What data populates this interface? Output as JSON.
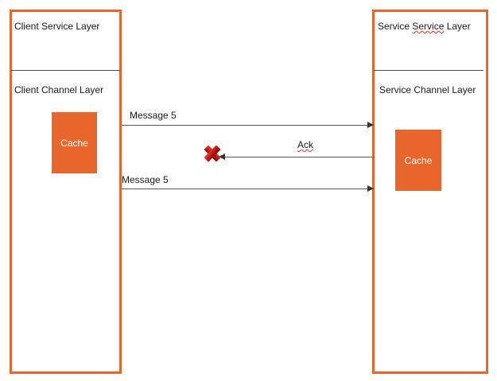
{
  "diagram": {
    "type": "sequence-diagram",
    "accent_color": "#E8662C",
    "line_color": "#595959",
    "error_color": "#CC0000",
    "spellcheck_color": "#E8302A",
    "background": "#FFFFFF"
  },
  "actors": [
    {
      "id": "client",
      "service_layer_label": "Client Service Layer",
      "channel_layer_label": "Client Channel Layer",
      "cache_label": "Cache",
      "spellcheck_word": ""
    },
    {
      "id": "service",
      "service_layer_label_part1": "Service ",
      "service_layer_label_misspelled": "Service",
      "service_layer_label_part2": " Layer",
      "service_layer_label": "Service Service Layer",
      "channel_layer_label": "Service Channel Layer",
      "cache_label": "Cache"
    }
  ],
  "messages": [
    {
      "id": "message-1",
      "label": "Message 5",
      "direction": "right",
      "from": "client",
      "to": "service",
      "delivered": true
    },
    {
      "id": "ack",
      "label": "Ack",
      "direction": "left",
      "from": "service",
      "to": "client",
      "delivered": false,
      "spellcheck": true
    },
    {
      "id": "message-2",
      "label": "Message 5",
      "direction": "right",
      "from": "client",
      "to": "service",
      "delivered": true
    }
  ],
  "failure_marker": {
    "name": "message-lost-cross",
    "symbol": "X"
  }
}
